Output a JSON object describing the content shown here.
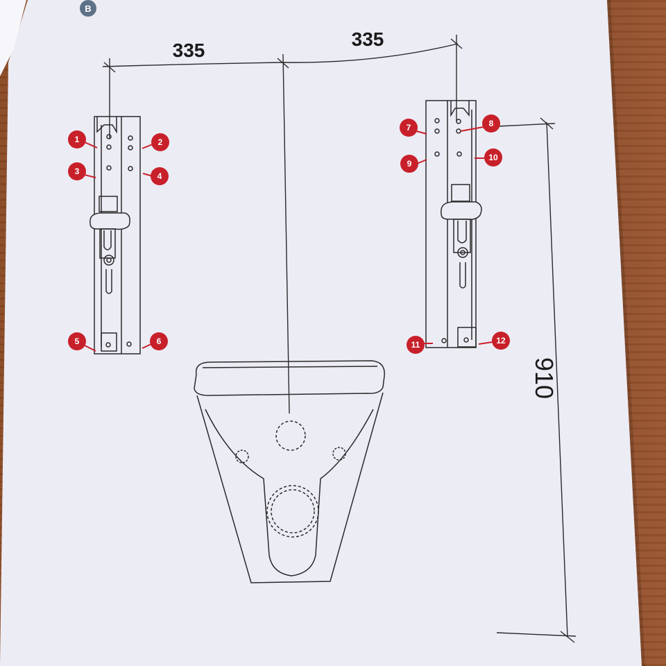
{
  "section_badge": "B",
  "dimensions": {
    "left_spacing": "335",
    "right_spacing": "335",
    "height": "910"
  },
  "callouts": [
    "1",
    "2",
    "3",
    "4",
    "5",
    "6",
    "7",
    "8",
    "9",
    "10",
    "11",
    "12"
  ],
  "colors": {
    "paper": "#eeeef6",
    "line": "#2a2a2a",
    "callout": "#c8202a",
    "badge": "#5e7186"
  }
}
